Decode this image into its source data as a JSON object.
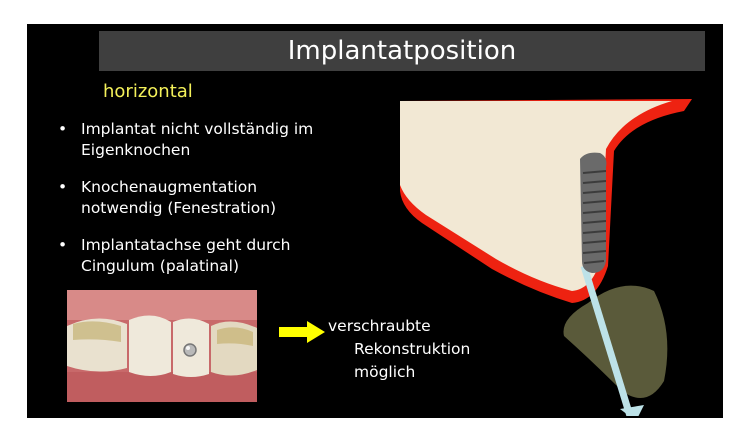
{
  "slide": {
    "title": "Implantatposition",
    "subtitle": "horizontal",
    "bullets": [
      {
        "line1": "Implantat nicht vollständig im",
        "line2": "Eigenknochen"
      },
      {
        "line1": "Knochenaugmentation",
        "line2": "notwendig (Fenestration)"
      },
      {
        "line1": "Implantatachse geht durch",
        "line2": "Cingulum (palatinal)"
      }
    ],
    "note": {
      "line1": "verschraubte",
      "line2": "Rekonstruktion",
      "line3": "möglich"
    },
    "colors": {
      "title_bg": "#3f3f3f",
      "subtitle": "#f3f05a",
      "arrow": "#ffff00",
      "gum": "#ee2211",
      "bone": "#f2e8d4",
      "tooth": "#5a5a3a",
      "axis": "#bde2e8"
    }
  }
}
